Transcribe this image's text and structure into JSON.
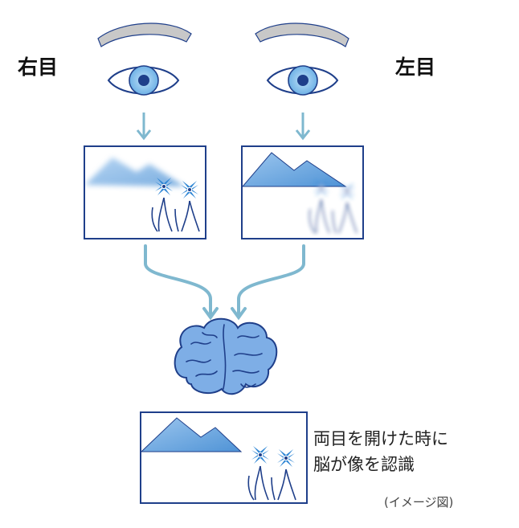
{
  "labels": {
    "right_eye": "右目",
    "left_eye": "左目"
  },
  "caption": {
    "line1": "両目を開けた時に",
    "line2": "脳が像を認識",
    "note": "(イメージ図)"
  },
  "colors": {
    "outline": "#1f3f8a",
    "mountain": "#6fa8dc",
    "arrow": "#7fb8cf",
    "flower": "#2f86d4",
    "brain": "#7eaee6",
    "brow": "#c8c8c8"
  },
  "icons": [
    "eyebrow-icon",
    "eye-icon",
    "mountain-icon",
    "flower-icon",
    "brain-icon",
    "arrow-icon"
  ]
}
